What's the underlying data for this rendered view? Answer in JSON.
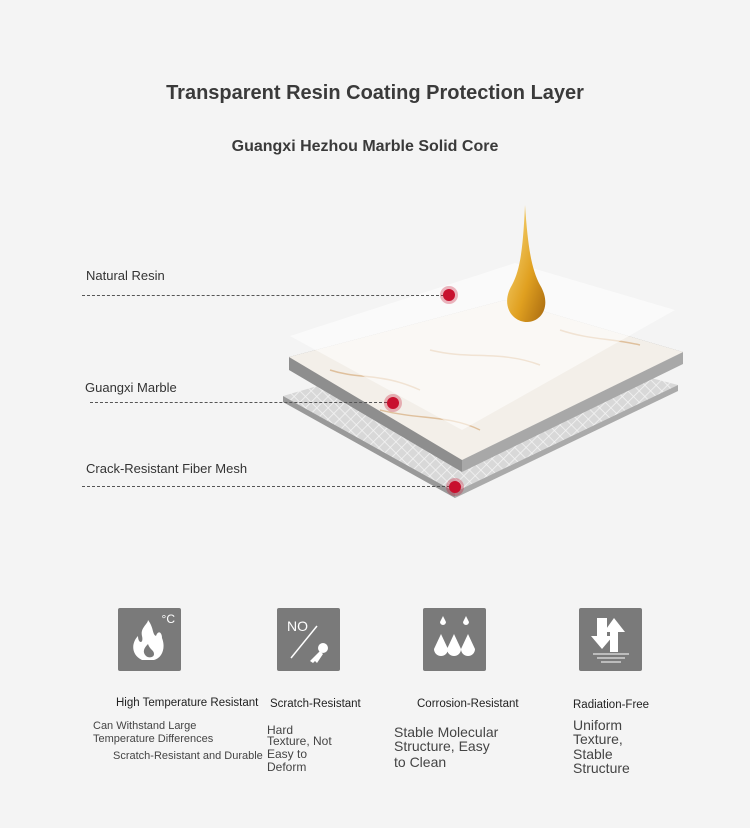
{
  "header": {
    "title": "Transparent Resin Coating Protection Layer",
    "subtitle": "Guangxi Hezhou Marble Solid Core"
  },
  "layers": [
    {
      "label": "Natural Resin"
    },
    {
      "label": "Guangxi Marble"
    },
    {
      "label": "Crack-Resistant Fiber Mesh"
    }
  ],
  "colors": {
    "marker": "#c8102e",
    "icon_bg": "#7a7a7a",
    "drop": "#e0a020"
  },
  "features": [
    {
      "icon": "flame-celsius-icon",
      "icon_text": "°C",
      "title": "High Temperature Resistant",
      "desc1": "Can Withstand Large",
      "desc2": "Temperature Differences",
      "desc3": "Scratch-Resistant and Durable"
    },
    {
      "icon": "no-scratch-key-icon",
      "icon_text": "NO",
      "title": "Scratch-Resistant",
      "desc1": "Hard",
      "desc2": "Texture, Not",
      "desc3": "Easy to",
      "desc4": "Deform"
    },
    {
      "icon": "water-drops-icon",
      "title": "Corrosion-Resistant",
      "desc1": "Stable Molecular",
      "desc2": "Structure, Easy",
      "desc3": "to Clean"
    },
    {
      "icon": "arrows-up-down-icon",
      "title": "Radiation-Free",
      "desc1": "Uniform",
      "desc2": "Texture,",
      "desc3": "Stable",
      "desc4": "Structure"
    }
  ]
}
